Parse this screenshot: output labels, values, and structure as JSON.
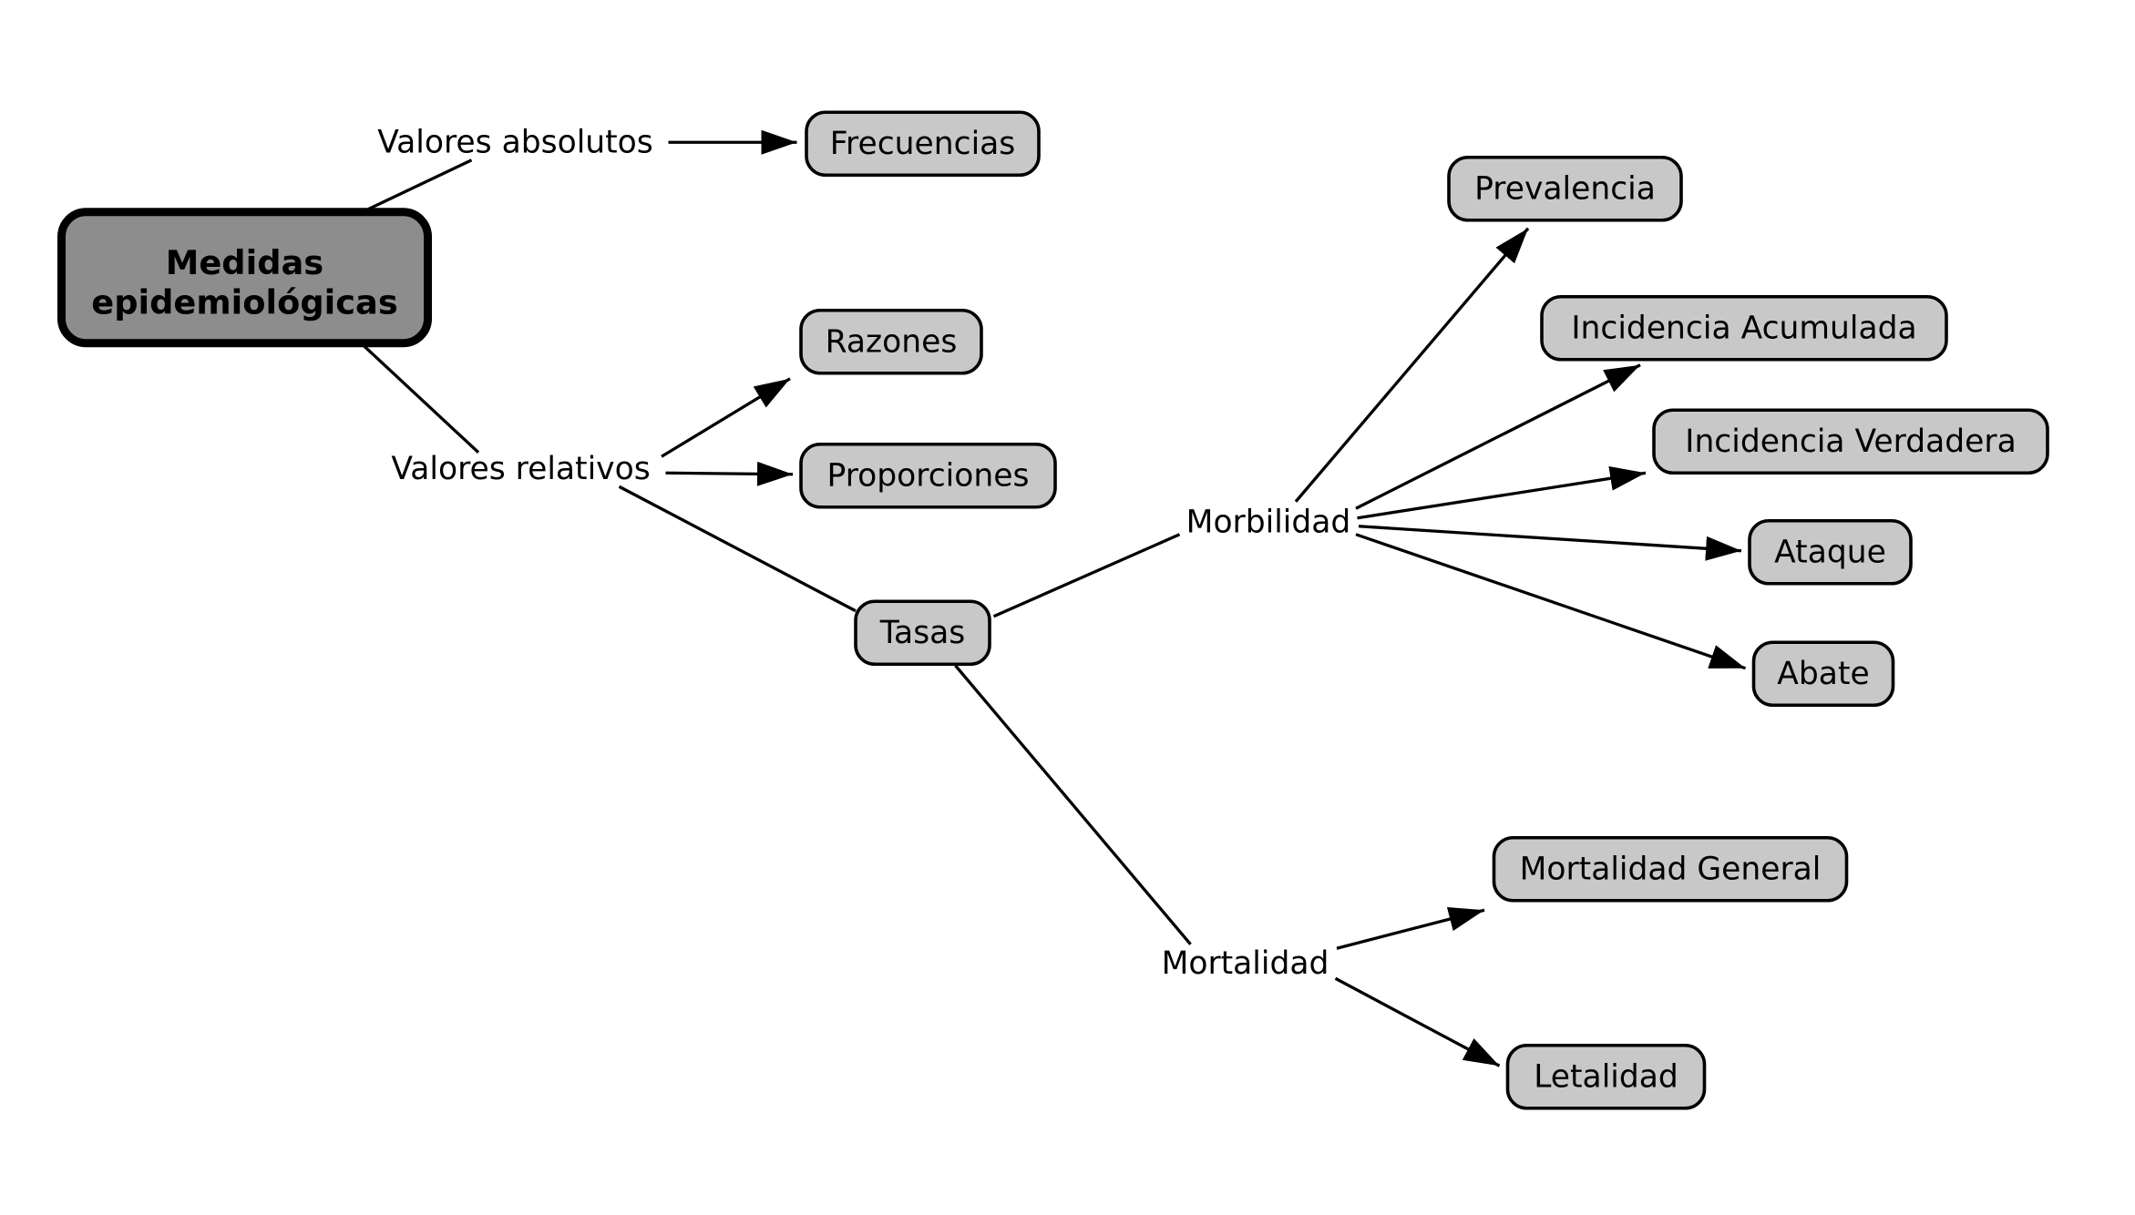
{
  "diagram": {
    "title": "Medidas epidemiológicas",
    "root": {
      "line1": "Medidas",
      "line2": "epidemiológicas"
    },
    "branch_labels": {
      "valores_absolutos": "Valores absolutos",
      "valores_relativos": "Valores relativos",
      "morbilidad": "Morbilidad",
      "mortalidad": "Mortalidad"
    },
    "nodes": {
      "frecuencias": "Frecuencias",
      "razones": "Razones",
      "proporciones": "Proporciones",
      "tasas": "Tasas",
      "prevalencia": "Prevalencia",
      "incidencia_acumulada": "Incidencia Acumulada",
      "incidencia_verdadera": "Incidencia Verdadera",
      "ataque": "Ataque",
      "abate": "Abate",
      "mortalidad_general": "Mortalidad General",
      "letalidad": "Letalidad"
    },
    "edges": [
      {
        "from": "Medidas epidemiológicas",
        "to": "Valores absolutos",
        "arrow": false
      },
      {
        "from": "Valores absolutos",
        "to": "Frecuencias",
        "arrow": true
      },
      {
        "from": "Medidas epidemiológicas",
        "to": "Valores relativos",
        "arrow": false
      },
      {
        "from": "Valores relativos",
        "to": "Razones",
        "arrow": true
      },
      {
        "from": "Valores relativos",
        "to": "Proporciones",
        "arrow": true
      },
      {
        "from": "Valores relativos",
        "to": "Tasas",
        "arrow": false
      },
      {
        "from": "Tasas",
        "to": "Morbilidad",
        "arrow": false
      },
      {
        "from": "Morbilidad",
        "to": "Prevalencia",
        "arrow": true
      },
      {
        "from": "Morbilidad",
        "to": "Incidencia Acumulada",
        "arrow": true
      },
      {
        "from": "Morbilidad",
        "to": "Incidencia Verdadera",
        "arrow": true
      },
      {
        "from": "Morbilidad",
        "to": "Ataque",
        "arrow": true
      },
      {
        "from": "Morbilidad",
        "to": "Abate",
        "arrow": true
      },
      {
        "from": "Tasas",
        "to": "Mortalidad",
        "arrow": false
      },
      {
        "from": "Mortalidad",
        "to": "Mortalidad General",
        "arrow": true
      },
      {
        "from": "Mortalidad",
        "to": "Letalidad",
        "arrow": true
      }
    ],
    "colors": {
      "node_fill": "#c8c8c8",
      "root_fill": "#8d8d8d",
      "stroke": "#000000",
      "background": "#ffffff"
    }
  }
}
